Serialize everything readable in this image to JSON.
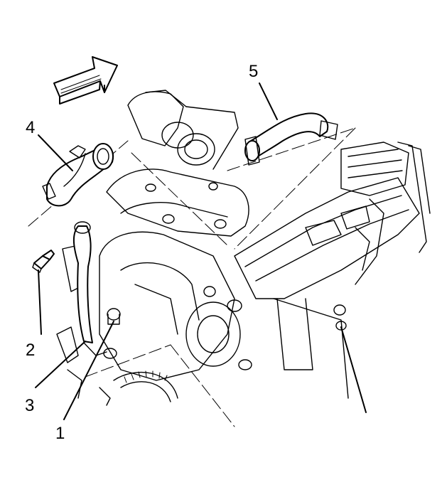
{
  "diagram": {
    "callouts": [
      {
        "id": "1",
        "label": "1"
      },
      {
        "id": "2",
        "label": "2"
      },
      {
        "id": "3",
        "label": "3"
      },
      {
        "id": "4",
        "label": "4"
      },
      {
        "id": "5",
        "label": "5"
      }
    ],
    "icons": [
      "direction-arrow-icon"
    ]
  }
}
